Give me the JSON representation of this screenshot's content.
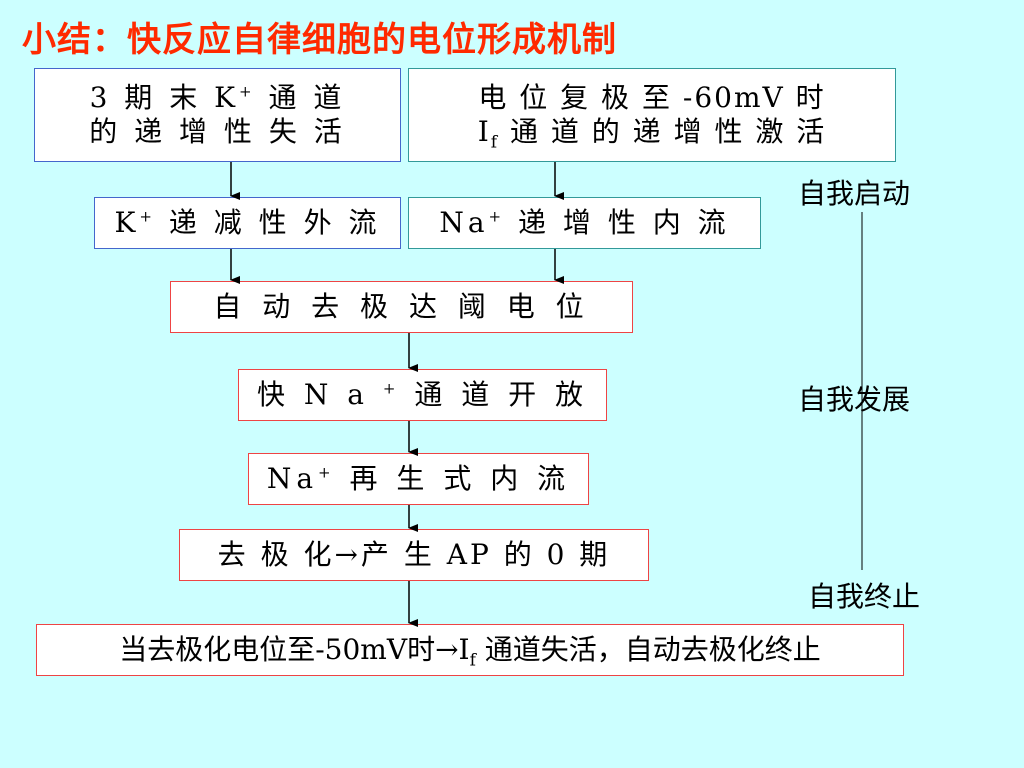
{
  "title": "小结：快反应自律细胞的电位形成机制",
  "boxes": {
    "k_box": {
      "line1": "3 期 末 K",
      "sup1": "+",
      "line1b": " 通 道",
      "line2": "的 递 增 性 失 活"
    },
    "if_box": {
      "line1": "电 位 复 极 至 -60mV 时",
      "line2a": "I",
      "sub2": "f",
      "line2b": " 通 道 的 递 增 性 激 活"
    },
    "k_out": {
      "a": "K",
      "sup": "+",
      "b": " 递 减 性 外 流"
    },
    "na_in": {
      "a": "Na",
      "sup": "+",
      "b": " 递 增 性 内 流"
    },
    "auto_depol": {
      "text": "自 动 去 极 达 阈 电 位"
    },
    "fast_na": {
      "a": "快 N a ",
      "sup": "+",
      "b": " 通 道 开 放"
    },
    "na_regen": {
      "a": "Na",
      "sup": "+",
      "b": " 再 生 式 内 流"
    },
    "depol_ap": {
      "text": "去 极 化→产 生 AP 的 0 期"
    },
    "final": {
      "a": "当去极化电位至-50mV时→I",
      "sub": "f",
      "b": " 通道失活，自动去极化终止"
    }
  },
  "side_labels": {
    "start": "自我启动",
    "develop": "自我发展",
    "stop": "自我终止"
  },
  "colors": {
    "title": "#ff2a00",
    "background": "#ccffff",
    "line": "#000000"
  }
}
